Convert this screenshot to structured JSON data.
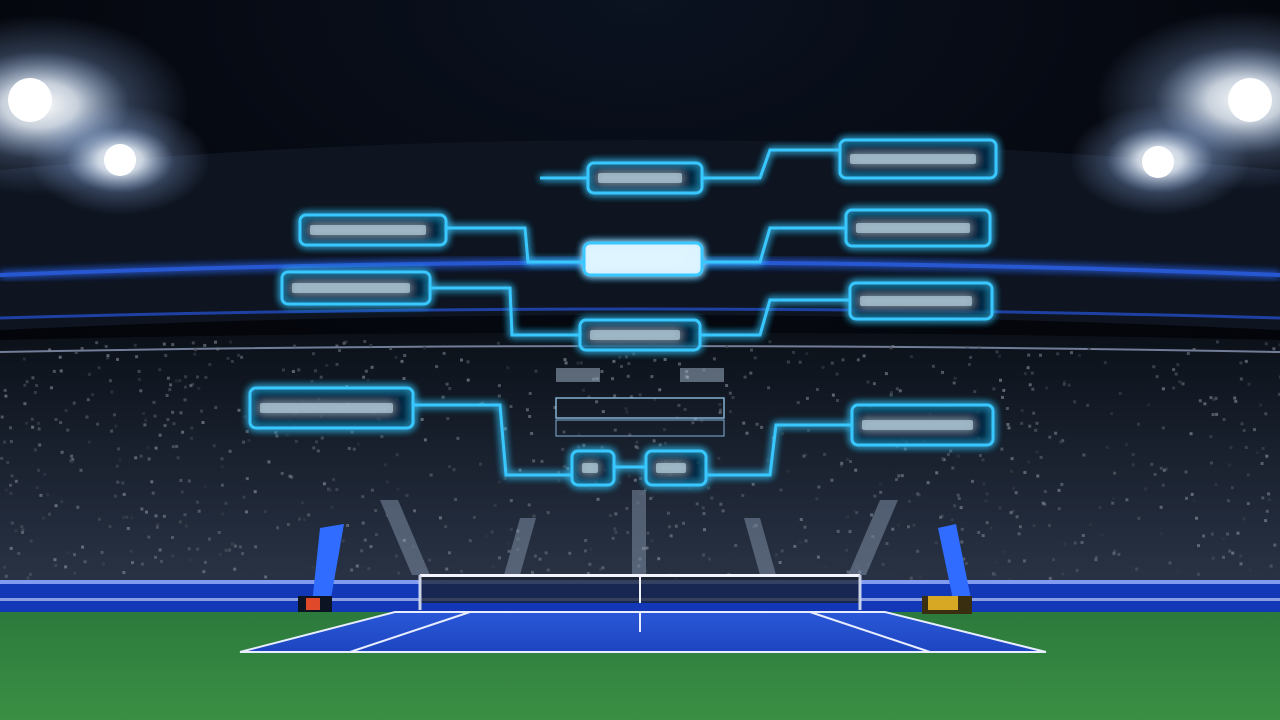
{
  "scene": {
    "subject": "night-tennis-stadium",
    "colors": {
      "sky": "#04060c",
      "glow": "#38c8ff",
      "glow_core": "#dff6ff",
      "court_blue": "#1f4fcf",
      "grass": "#2f7f3c",
      "wall": "#1238b8",
      "crowd": "#1a2230",
      "floodlight": "#ffffff"
    }
  },
  "bracket": {
    "boxes": [
      {
        "col": 0,
        "slot": "a",
        "text": ""
      },
      {
        "col": 0,
        "slot": "b",
        "text": ""
      },
      {
        "col": 0,
        "slot": "c",
        "text": ""
      },
      {
        "col": 1,
        "slot": "a",
        "text": ""
      },
      {
        "col": 1,
        "slot": "b",
        "text": ""
      },
      {
        "col": 1,
        "slot": "c",
        "text": ""
      },
      {
        "col": 1,
        "slot": "d",
        "text": ""
      },
      {
        "col": 1,
        "slot": "e",
        "text": ""
      },
      {
        "col": 2,
        "slot": "a",
        "text": ""
      },
      {
        "col": 2,
        "slot": "b",
        "text": ""
      },
      {
        "col": 2,
        "slot": "c",
        "text": ""
      },
      {
        "col": 2,
        "slot": "d",
        "text": ""
      }
    ]
  }
}
